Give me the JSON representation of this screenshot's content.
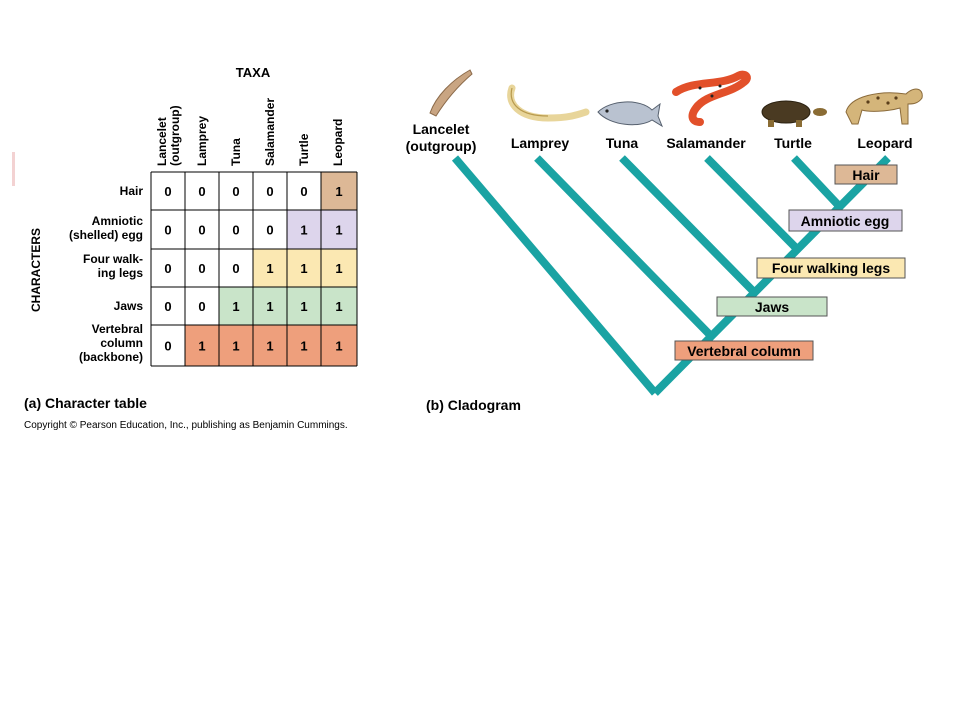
{
  "table": {
    "taxa_header": "TAXA",
    "characters_header": "CHARACTERS",
    "columns": [
      "Lancelet (outgroup)",
      "Lamprey",
      "Tuna",
      "Salamander",
      "Turtle",
      "Leopard"
    ],
    "rows": [
      {
        "label": "Hair",
        "values": [
          "0",
          "0",
          "0",
          "0",
          "0",
          "1"
        ]
      },
      {
        "label": "Amniotic (shelled) egg",
        "values": [
          "0",
          "0",
          "0",
          "0",
          "1",
          "1"
        ]
      },
      {
        "label": "Four walk- ing legs",
        "values": [
          "0",
          "0",
          "0",
          "1",
          "1",
          "1"
        ]
      },
      {
        "label": "Jaws",
        "values": [
          "0",
          "0",
          "1",
          "1",
          "1",
          "1"
        ]
      },
      {
        "label": "Vertebral column (backbone)",
        "values": [
          "0",
          "1",
          "1",
          "1",
          "1",
          "1"
        ]
      }
    ],
    "row_colors": [
      "#ddb896",
      "#ddd5ec",
      "#fbe8b2",
      "#c9e4c9",
      "#ee9f7c"
    ],
    "caption": "(a) Character table"
  },
  "copyright": "Copyright © Pearson Education, Inc., publishing as Benjamin Cummings.",
  "cladogram": {
    "caption": "(b) Cladogram",
    "taxa": [
      "Lancelet (outgroup)",
      "Lamprey",
      "Tuna",
      "Salamander",
      "Turtle",
      "Leopard"
    ],
    "traits": [
      {
        "label": "Hair",
        "color": "#ddb896"
      },
      {
        "label": "Amniotic egg",
        "color": "#ddd5ec"
      },
      {
        "label": "Four walking legs",
        "color": "#fbe8b2"
      },
      {
        "label": "Jaws",
        "color": "#c9e4c9"
      },
      {
        "label": "Vertebral column",
        "color": "#ee9f7c"
      }
    ],
    "branch_color": "#1aa3a3",
    "icons": [
      "lancelet-icon",
      "lamprey-icon",
      "tuna-icon",
      "salamander-icon",
      "turtle-icon",
      "leopard-icon"
    ]
  }
}
